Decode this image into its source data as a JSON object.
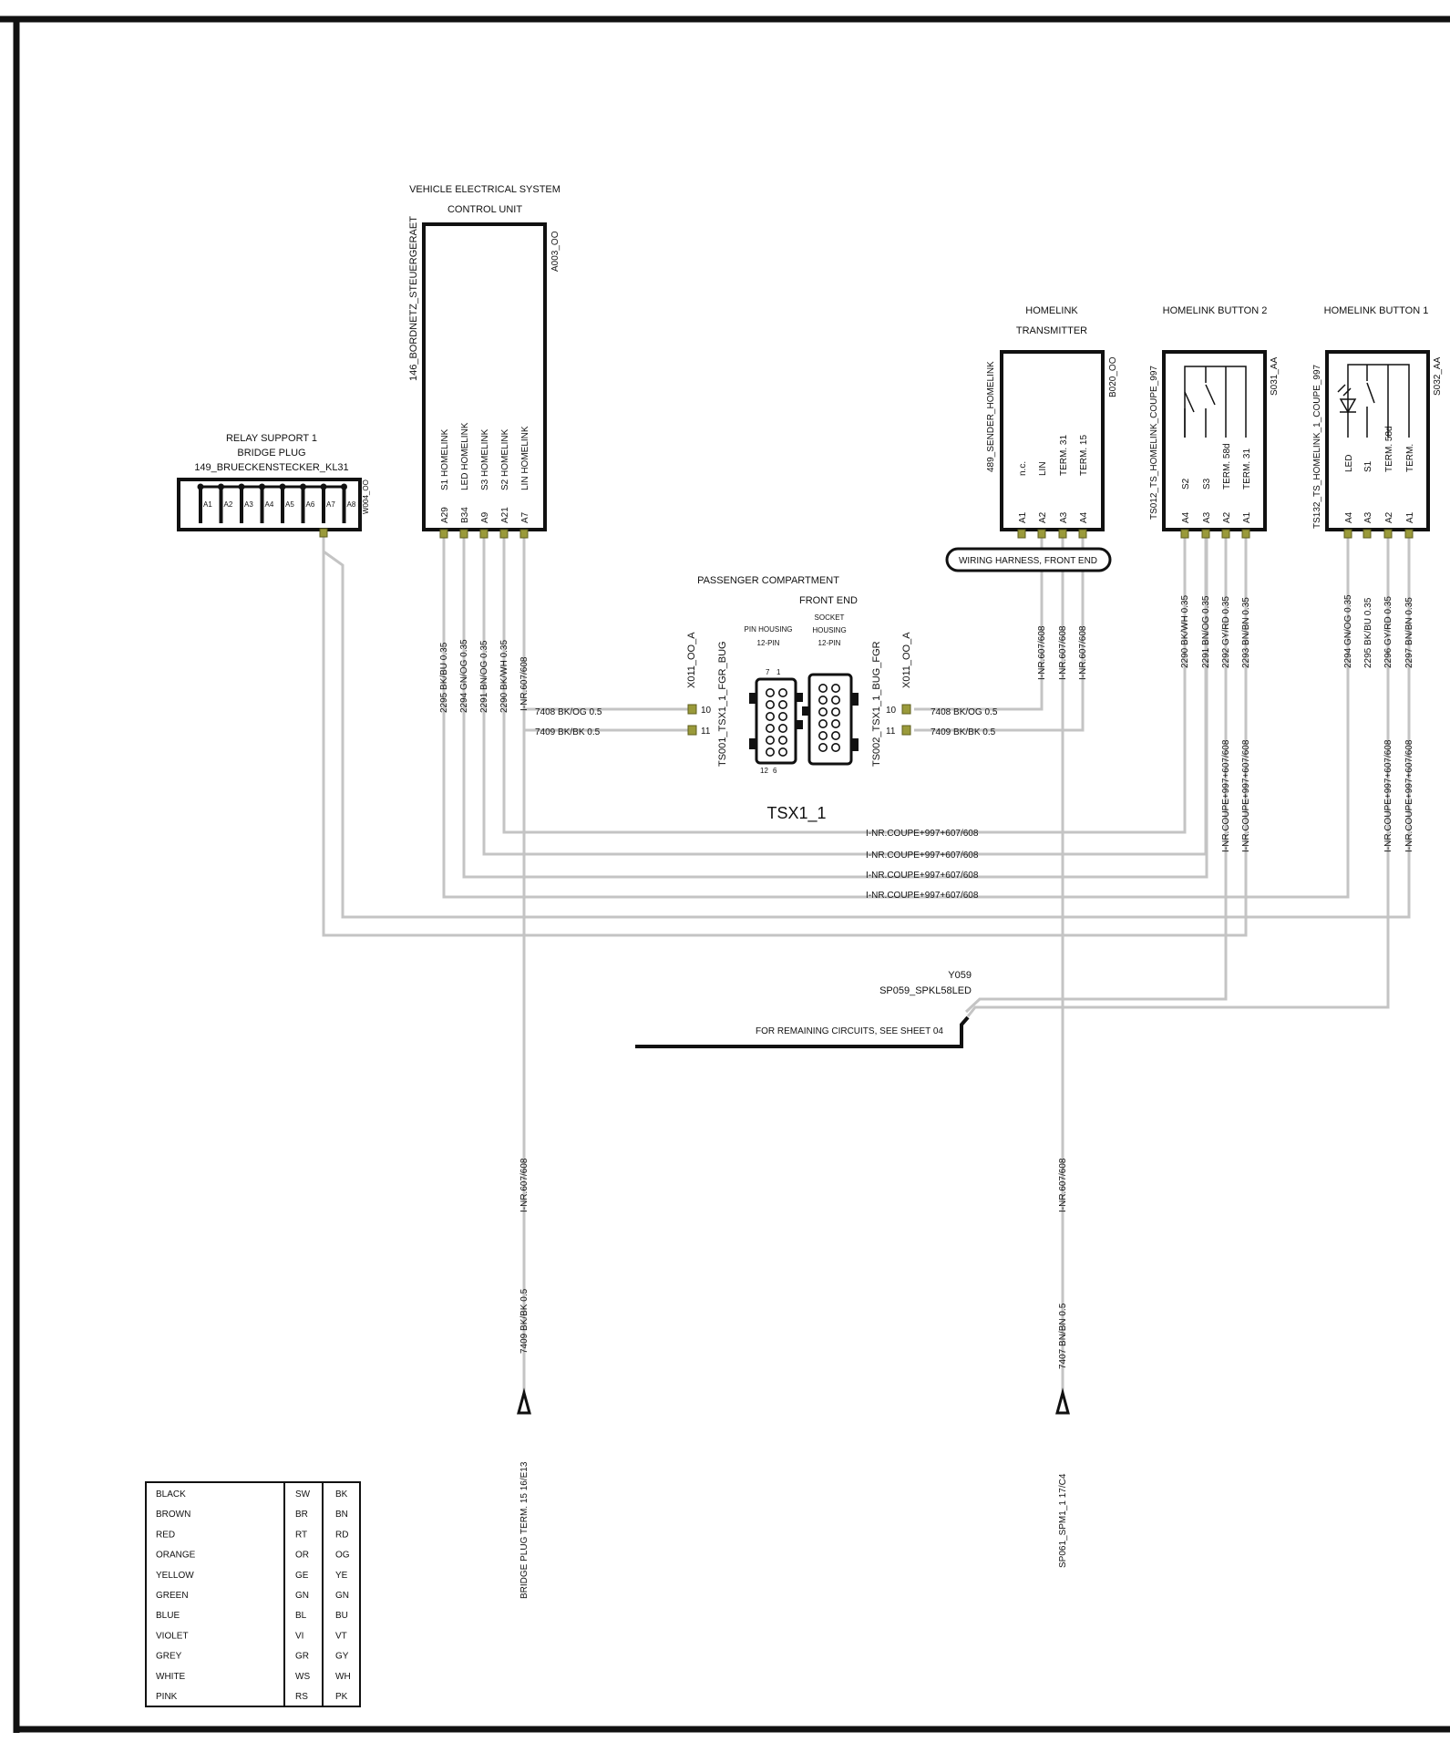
{
  "modules": {
    "control_unit": {
      "title_line1": "VEHICLE ELECTRICAL SYSTEM",
      "title_line2": "CONTROL UNIT",
      "internal_name": "146_BORDNETZ_STEUERGERAET",
      "code": "A003_OO",
      "pins": [
        {
          "pin": "A29",
          "function": "S1 HOMELINK",
          "wire": "2295 BK/BU 0.35"
        },
        {
          "pin": "B34",
          "function": "LED HOMELINK",
          "wire": "2294 GN/OG 0.35"
        },
        {
          "pin": "A9",
          "function": "S3 HOMELINK",
          "wire": "2291 BN/OG 0.35"
        },
        {
          "pin": "A21",
          "function": "S2 HOMELINK",
          "wire": "2290 BK/WH 0.35"
        },
        {
          "pin": "A7",
          "function": "LIN HOMELINK",
          "wire": "I-NR.607/608"
        }
      ]
    },
    "relay_support": {
      "title_line1": "RELAY SUPPORT 1",
      "title_line2": "BRIDGE PLUG",
      "internal_name": "149_BRUECKENSTECKER_KL31",
      "code": "W004_OO",
      "pins": [
        "A1",
        "A2",
        "A3",
        "A4",
        "A5",
        "A6",
        "A7",
        "A8"
      ]
    },
    "transmitter": {
      "title_line1": "HOMELINK",
      "title_line2": "TRANSMITTER",
      "internal_name": "489_SENDER_HOMELINK",
      "code": "B020_OO",
      "harness": "WIRING HARNESS, FRONT END",
      "pins": [
        {
          "pin": "A1",
          "function": "n.c.",
          "wire": ""
        },
        {
          "pin": "A2",
          "function": "LIN",
          "wire": "I-NR.607/608"
        },
        {
          "pin": "A3",
          "function": "TERM. 31",
          "wire": "I-NR.607/608"
        },
        {
          "pin": "A4",
          "function": "TERM. 15",
          "wire": "I-NR.607/608"
        }
      ]
    },
    "button2": {
      "title": "HOMELINK BUTTON 2",
      "internal_name": "TS012_TS_HOMELINK_COUPE_997",
      "code": "S031_AA",
      "pins": [
        {
          "pin": "A4",
          "function": "S2",
          "wire": "2290 BK/WH 0.35",
          "lower": ""
        },
        {
          "pin": "A3",
          "function": "S3",
          "wire": "2291 BN/OG 0.35",
          "lower": ""
        },
        {
          "pin": "A2",
          "function": "TERM. 58d",
          "wire": "2292 GY/RD 0.35",
          "lower": "I-NR.COUPE+997+607/608"
        },
        {
          "pin": "A1",
          "function": "TERM. 31",
          "wire": "2293 BN/BN 0.35",
          "lower": "I-NR.COUPE+997+607/608"
        }
      ]
    },
    "button1": {
      "title": "HOMELINK BUTTON 1",
      "internal_name": "TS132_TS_HOMELINK_1_COUPE_997",
      "code": "S032_AA",
      "pins": [
        {
          "pin": "A4",
          "function": "LED",
          "wire": "2294 GN/OG 0.35",
          "lower": ""
        },
        {
          "pin": "A3",
          "function": "S1",
          "wire": "2295 BK/BU 0.35",
          "lower": ""
        },
        {
          "pin": "A2",
          "function": "TERM. 58d",
          "wire": "2296 GY/RD 0.35",
          "lower": "I-NR.COUPE+997+607/608"
        },
        {
          "pin": "A1",
          "function": "TERM.",
          "wire": "2297 BN/BN 0.35",
          "lower": "I-NR.COUPE+997+607/608"
        }
      ]
    }
  },
  "separation_point": {
    "title_line1": "PASSENGER COMPARTMENT",
    "title_line2": "FRONT END",
    "pin_housing_line1": "PIN HOUSING",
    "pin_housing_line2": "12-PIN",
    "socket_housing_line1": "SOCKET",
    "socket_housing_line2": "HOUSING",
    "socket_housing_line3": "12-PIN",
    "left_code": "X011_OO_A",
    "left_name": "TS001_TSX1_1_FGR_BUG",
    "right_code": "X011_OO_A",
    "right_name": "TS002_TSX1_1_BUG_FGR",
    "name": "TSX1_1",
    "pin_numbers": [
      "10",
      "11"
    ],
    "left_wires": [
      "7408 BK/OG 0.5",
      "7409 BK/BK 0.5"
    ],
    "right_wires": [
      "7408 BK/OG 0.5",
      "7409 BK/BK 0.5"
    ],
    "connector_tiny": [
      "7",
      "1",
      "12",
      "6"
    ]
  },
  "bus_label": "I-NR.COUPE+997+607/608",
  "splice": {
    "code": "Y059",
    "name": "SP059_SPKL58LED",
    "note": "FOR REMAINING  CIRCUITS, SEE SHEET 04"
  },
  "terminals": [
    {
      "upper": "I-NR.607/608",
      "wire": "7409 BK/BK 0.5",
      "label": "BRIDGE PLUG  TERM. 15  16/E13"
    },
    {
      "upper": "I-NR.607/608",
      "wire": "7407 BN/BN 0.5",
      "label": "SP061_SPM1_1  17/C4"
    }
  ],
  "color_legend": [
    {
      "name": "BLACK",
      "de": "SW",
      "en": "BK"
    },
    {
      "name": "BROWN",
      "de": "BR",
      "en": "BN"
    },
    {
      "name": "RED",
      "de": "RT",
      "en": "RD"
    },
    {
      "name": "ORANGE",
      "de": "OR",
      "en": "OG"
    },
    {
      "name": "YELLOW",
      "de": "GE",
      "en": "YE"
    },
    {
      "name": "GREEN",
      "de": "GN",
      "en": "GN"
    },
    {
      "name": "BLUE",
      "de": "BL",
      "en": "BU"
    },
    {
      "name": "VIOLET",
      "de": "VI",
      "en": "VT"
    },
    {
      "name": "GREY",
      "de": "GR",
      "en": "GY"
    },
    {
      "name": "WHITE",
      "de": "WS",
      "en": "WH"
    },
    {
      "name": "PINK",
      "de": "RS",
      "en": "PK"
    }
  ],
  "colors": {
    "wire": "#c4c4c4",
    "pin": "#9a9a3a",
    "outline": "#111111"
  }
}
